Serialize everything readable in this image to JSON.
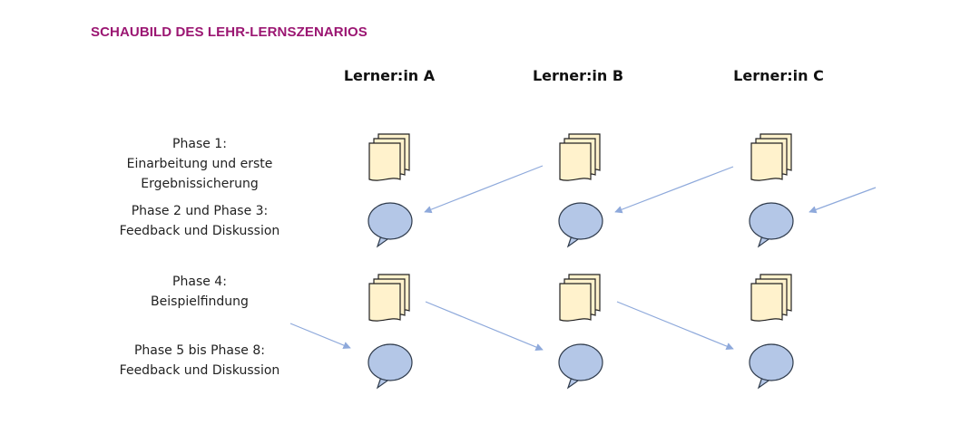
{
  "title": "SCHAUBILD DES LEHR-LERNSZENARIOS",
  "learners": [
    {
      "label": "Lerner:in A"
    },
    {
      "label": "Lerner:in B"
    },
    {
      "label": "Lerner:in C"
    }
  ],
  "phases": [
    {
      "lines": [
        "Phase 1:",
        "Einarbeitung und erste",
        "Ergebnissicherung"
      ]
    },
    {
      "lines": [
        "Phase 2 und Phase 3:",
        "Feedback und Diskussion"
      ]
    },
    {
      "lines": [
        "Phase 4:",
        "Beispielfindung"
      ]
    },
    {
      "lines": [
        "Phase 5 bis Phase 8:",
        "Feedback und Diskussion"
      ]
    }
  ],
  "colors": {
    "heading": "#9b1672",
    "document_fill": "#fff2cc",
    "document_stroke": "#222222",
    "bubble_fill": "#b4c7e7",
    "bubble_stroke": "#2f3b4c",
    "arrow": "#8ea9db"
  },
  "icons": {
    "document": "document-stack-icon",
    "feedback": "speech-bubble-icon"
  }
}
